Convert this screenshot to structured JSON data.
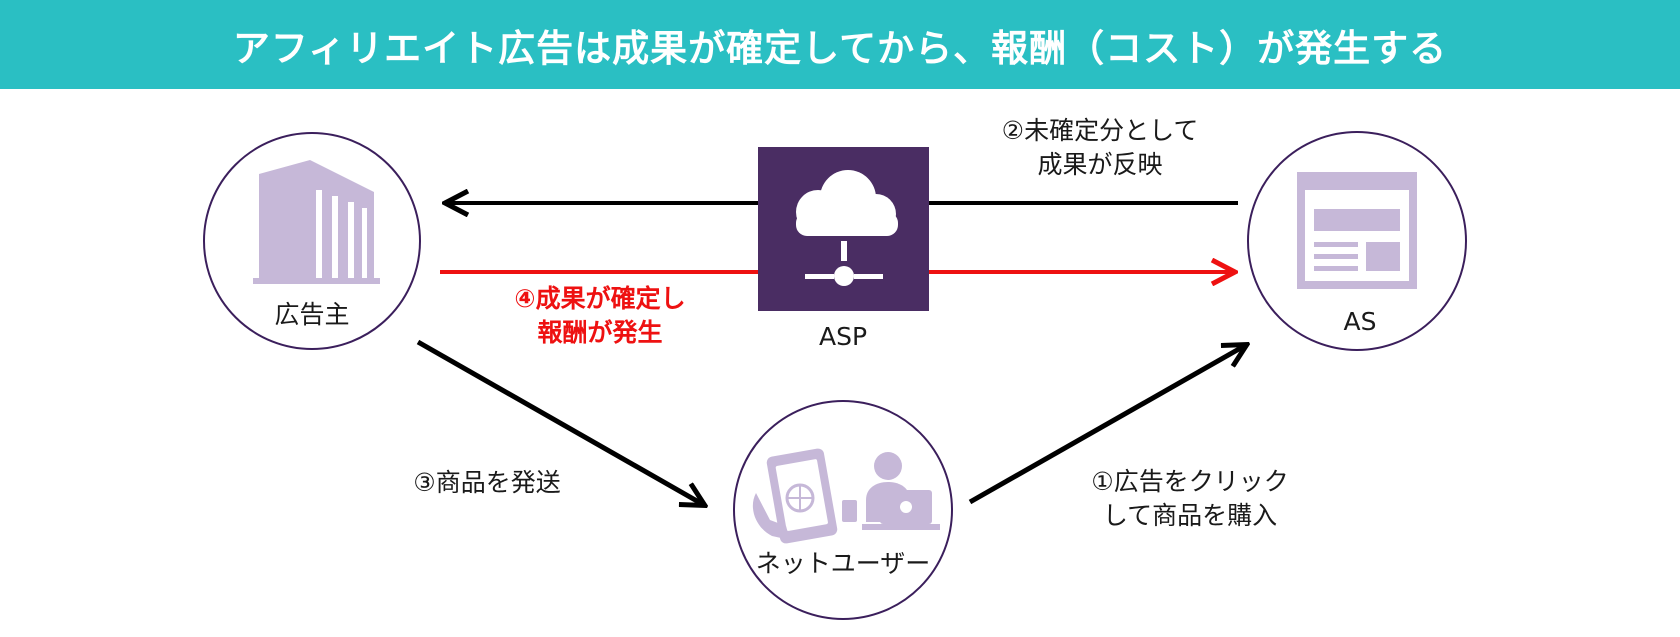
{
  "colors": {
    "header_bg": "#2abfc3",
    "circle_stroke": "#3b1f5c",
    "icon_fill": "#c6b8d8",
    "asp_box": "#4a2d63",
    "arrow_black": "#000000",
    "arrow_red": "#ee1111"
  },
  "header": {
    "title": "アフィリエイト広告は成果が確定してから、報酬（コスト）が発生する"
  },
  "nodes": {
    "advertiser": {
      "label": "広告主",
      "icon": "building-icon"
    },
    "asp": {
      "label": "ASP",
      "icon": "cloud-network-icon"
    },
    "as": {
      "label": "AS",
      "icon": "webpage-icon"
    },
    "user": {
      "label": "ネットユーザー",
      "icon": "user-devices-icon"
    }
  },
  "steps": {
    "step1": {
      "line1": "①広告をクリック",
      "line2": "して商品を購入"
    },
    "step2": {
      "line1": "②未確定分として",
      "line2": "成果が反映"
    },
    "step3": {
      "line1": "③商品を発送"
    },
    "step4": {
      "line1": "④成果が確定し",
      "line2": "報酬が発生"
    }
  }
}
